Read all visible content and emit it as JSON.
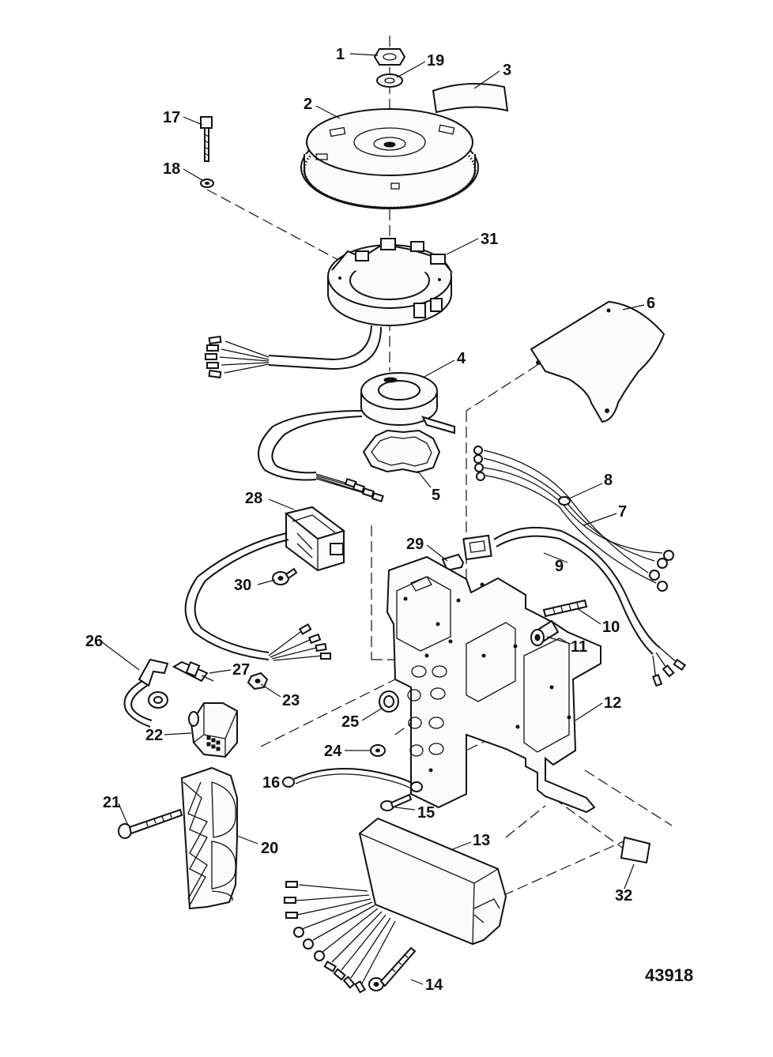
{
  "diagram": {
    "figure_number": "43918",
    "callouts": [
      "1",
      "2",
      "3",
      "4",
      "5",
      "6",
      "7",
      "8",
      "9",
      "10",
      "11",
      "12",
      "13",
      "14",
      "15",
      "16",
      "17",
      "18",
      "19",
      "20",
      "21",
      "22",
      "23",
      "24",
      "25",
      "26",
      "27",
      "28",
      "29",
      "30",
      "31",
      "32"
    ]
  }
}
